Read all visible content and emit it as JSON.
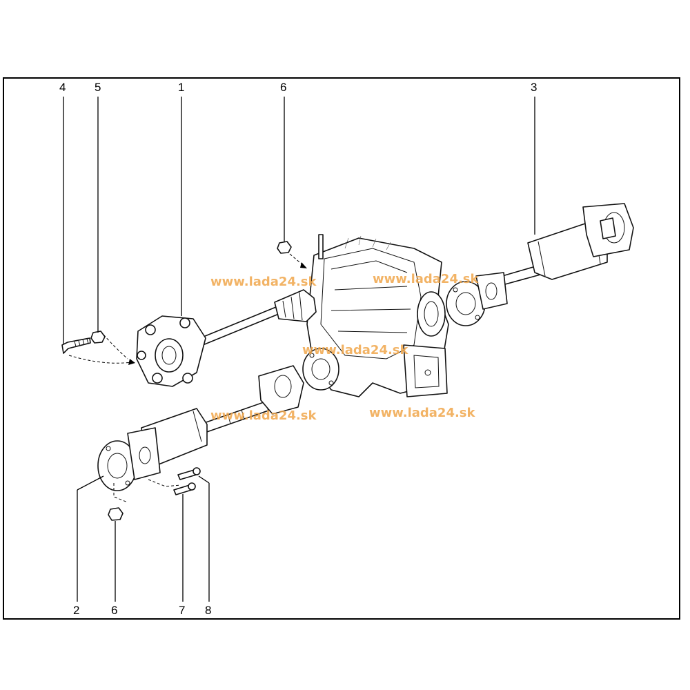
{
  "callouts": {
    "c1": "1",
    "c2": "2",
    "c3": "3",
    "c4": "4",
    "c5": "5",
    "c6_top": "6",
    "c6_bottom": "6",
    "c7": "7",
    "c8": "8"
  },
  "watermarks": {
    "w1": "www.lada24.sk",
    "w2": "www.lada24.sk",
    "w3": "www.lada24.sk",
    "w4": "www.lada24.sk",
    "w5": "www.lada24.sk"
  },
  "colors": {
    "watermark": "#f0a64a",
    "line": "#000000",
    "frame": "#000000"
  }
}
